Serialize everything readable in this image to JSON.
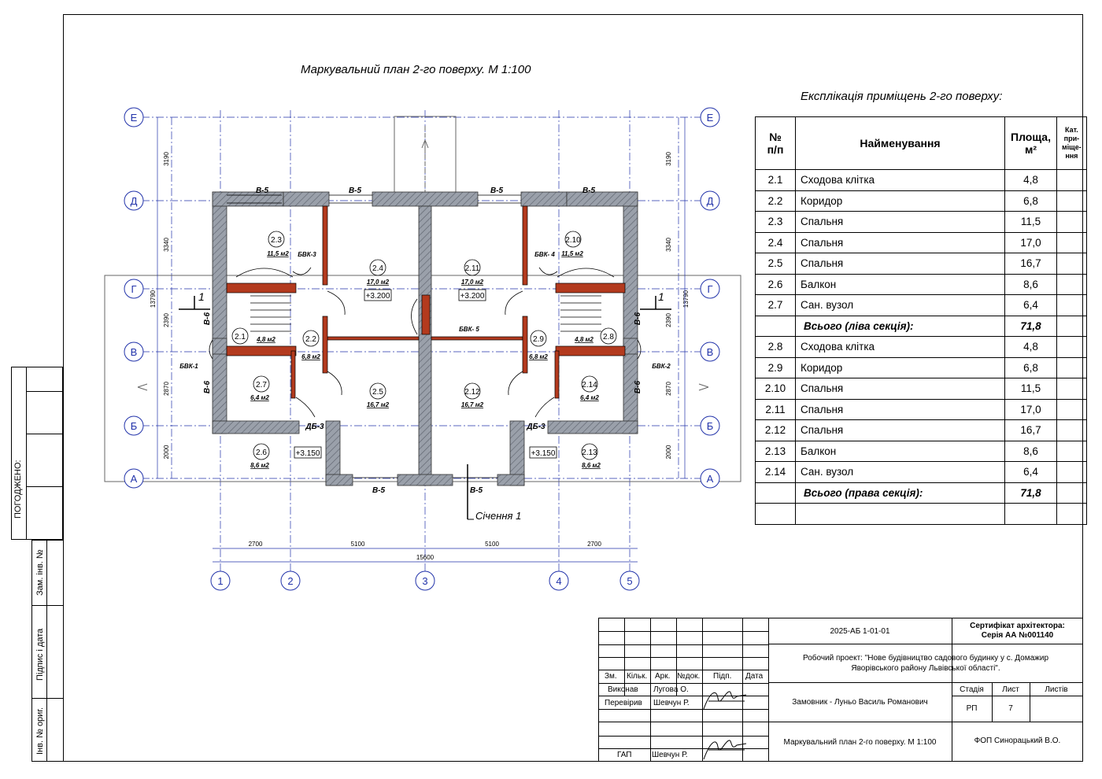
{
  "plan": {
    "title": "Маркувальний план 2-го поверху.   М  1:100",
    "section_label": "Січення 1",
    "section_mark": "1",
    "axes_letters": [
      "Е",
      "Д",
      "Г",
      "В",
      "Б",
      "А"
    ],
    "axes_numbers": [
      "1",
      "2",
      "3",
      "4",
      "5"
    ],
    "dims_bottom": [
      "2700",
      "5100",
      "5100",
      "2700"
    ],
    "dim_total": "15600",
    "dims_side": [
      "3190",
      "3340",
      "2390",
      "2870",
      "2000"
    ],
    "dim_side_total": "13790",
    "levels": [
      "+3.200",
      "+3.200",
      "+3.150",
      "+3.150"
    ],
    "rooms": [
      {
        "id": "2.1",
        "area": "4,8 м2"
      },
      {
        "id": "2.2",
        "area": "6,8 м2"
      },
      {
        "id": "2.3",
        "area": "11,5 м2"
      },
      {
        "id": "2.4",
        "area": "17,0 м2"
      },
      {
        "id": "2.5",
        "area": "16,7 м2"
      },
      {
        "id": "2.6",
        "area": "8,6 м2"
      },
      {
        "id": "2.7",
        "area": "6,4 м2"
      },
      {
        "id": "2.8",
        "area": "4,8 м2"
      },
      {
        "id": "2.9",
        "area": "6,8 м2"
      },
      {
        "id": "2.10",
        "area": "11,5 м2"
      },
      {
        "id": "2.11",
        "area": "17,0 м2"
      },
      {
        "id": "2.12",
        "area": "16,7 м2"
      },
      {
        "id": "2.13",
        "area": "8,6 м2"
      },
      {
        "id": "2.14",
        "area": "6,4 м2"
      }
    ],
    "marks": {
      "b5": "В-5",
      "b6": "В-6",
      "bvk1": "БВК-1",
      "bvk2": "БВК-2",
      "bvk3": "БВК-3",
      "bvk4": "БВК- 4",
      "bvk5": "БВК- 5",
      "db3": "ДБ-3"
    }
  },
  "explication": {
    "title": "Експлікація приміщень 2-го поверху:",
    "headers": [
      "№\nп/п",
      "Найменування",
      "Площа,\nм²",
      "Кат.\nпри-\nміще-\nння"
    ],
    "rows": [
      {
        "n": "2.1",
        "name": "Сходова клітка",
        "area": "4,8"
      },
      {
        "n": "2.2",
        "name": "Коридор",
        "area": "6,8"
      },
      {
        "n": "2.3",
        "name": "Спальня",
        "area": "11,5"
      },
      {
        "n": "2.4",
        "name": "Спальня",
        "area": "17,0"
      },
      {
        "n": "2.5",
        "name": "Спальня",
        "area": "16,7"
      },
      {
        "n": "2.6",
        "name": "Балкон",
        "area": "8,6"
      },
      {
        "n": "2.7",
        "name": "Сан. вузол",
        "area": "6,4"
      },
      {
        "n": "",
        "name": "Всього (ліва секція):",
        "area": "71,8",
        "total": true
      },
      {
        "n": "2.8",
        "name": "Сходова клітка",
        "area": "4,8"
      },
      {
        "n": "2.9",
        "name": "Коридор",
        "area": "6,8"
      },
      {
        "n": "2.10",
        "name": "Спальня",
        "area": "11,5"
      },
      {
        "n": "2.11",
        "name": "Спальня",
        "area": "17,0"
      },
      {
        "n": "2.12",
        "name": "Спальня",
        "area": "16,7"
      },
      {
        "n": "2.13",
        "name": "Балкон",
        "area": "8,6"
      },
      {
        "n": "2.14",
        "name": "Сан. вузол",
        "area": "6,4"
      },
      {
        "n": "",
        "name": "Всього (права секція):",
        "area": "71,8",
        "total": true
      },
      {
        "n": "",
        "name": "",
        "area": ""
      }
    ]
  },
  "stamp": {
    "code": "2025-АБ 1-01-01",
    "cert_line1": "Сертифікат архітектора:",
    "cert_line2": "Серія АА №001140",
    "project_line1": "Робочий проект: \"Нове будівництво садового будинку у с. Домажир",
    "project_line2": "Яворівського району Львівської області\".",
    "customer": "Замовник - Луньо Василь Романович",
    "sheet_title": "Маркувальний план 2-го поверху.   М  1:100",
    "company": "ФОП Синорацький В.О.",
    "col_headers": [
      "Зм.",
      "Кільк.",
      "Арк.",
      "№док.",
      "Підп.",
      "Дата"
    ],
    "roles": [
      {
        "role": "Виконав",
        "name": "Лугова О."
      },
      {
        "role": "Перевірив",
        "name": "Шевчун Р."
      },
      {
        "role": "ГАП",
        "name": "Шевчун Р."
      }
    ],
    "stage_label": "Стадія",
    "sheet_label": "Лист",
    "sheets_label": "Листів",
    "stage": "РП",
    "sheet": "7",
    "sheets": ""
  },
  "side": {
    "agreed": "ПОГОДЖЕНО:",
    "replace_inv": "Зам. інв. №",
    "sign_date": "Підпис і дата",
    "inv_orig": "Інв. № ориг."
  },
  "colors": {
    "axis": "#2233aa",
    "wall": "#8a8e9a",
    "brick": "#b33a1e",
    "line": "#000000"
  }
}
